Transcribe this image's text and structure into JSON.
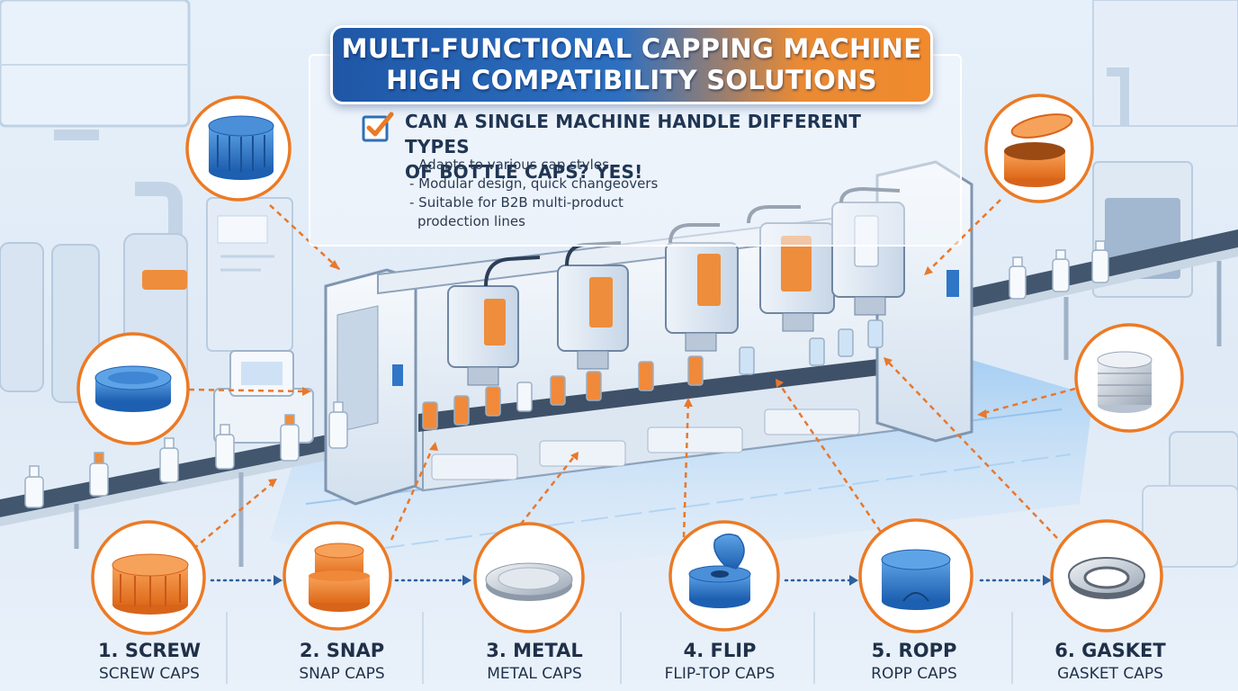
{
  "title": {
    "line1": "MULTI-FUNCTIONAL CAPPING MACHINE",
    "line2": "HIGH COMPATIBILITY SOLUTIONS"
  },
  "qa": {
    "question_line1": "CAN A SINGLE MACHINE HANDLE DIFFERENT TYPES",
    "question_line2": "OF BOTTLE CAPS? YES!",
    "bullets": [
      "- Adapts to various cap styles",
      "- Modular design, quick changeovers",
      "- Suitable for B2B multi-product"
    ],
    "bullet_continuation": "prodection lines"
  },
  "cap_types": [
    {
      "number_label": "1. SCREW",
      "name": "SCREW CAPS"
    },
    {
      "number_label": "2. SNAP",
      "name": "SNAP CAPS"
    },
    {
      "number_label": "3. METAL",
      "name": "METAL CAPS"
    },
    {
      "number_label": "4. FLIP",
      "name": "FLIP-TOP CAPS"
    },
    {
      "number_label": "5. ROPP",
      "name": "ROPP CAPS"
    },
    {
      "number_label": "6. GASKET",
      "name": "GASKET CAPS"
    }
  ],
  "icons": {
    "check": "checkmark-icon",
    "caps": [
      "screw-cap-icon",
      "snap-cap-icon",
      "metal-cap-icon",
      "flip-top-cap-icon",
      "ropp-cap-icon",
      "gasket-cap-icon"
    ]
  },
  "colors": {
    "accent_blue": "#2f76c6",
    "accent_orange": "#ec7a24",
    "arrow_orange": "#e8782c",
    "arrow_blue": "#2f5f9e",
    "text_dark": "#1f3048"
  }
}
